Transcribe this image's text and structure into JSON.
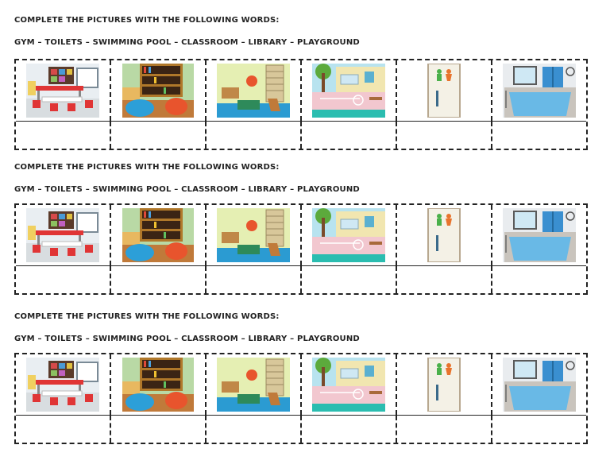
{
  "worksheet": {
    "instruction": "COMPLETE THE PICTURES WITH THE FOLLOWING WORDS:",
    "word_bank": "GYM – TOILETS – SWIMMING POOL – CLASSROOM – LIBRARY – PLAYGROUND",
    "pictures": [
      "classroom",
      "library",
      "gym",
      "playground",
      "toilets",
      "swimming-pool"
    ],
    "blocks": 3,
    "answers": [
      "",
      "",
      "",
      "",
      "",
      ""
    ]
  },
  "colors": {
    "border": "#222222",
    "classroom_wall": "#e9eef2",
    "desk": "#e03535",
    "library_wood": "#b0782a",
    "beanbag_blue": "#2c9fd8",
    "beanbag_orange": "#e8542d",
    "gym_wall": "#e5efb3",
    "gym_mat": "#2e8a5a",
    "playground_sky": "#b8e3ef",
    "playground_ground": "#f2c7cf",
    "door": "#f4f1e6",
    "pool_water": "#69b9e6"
  }
}
